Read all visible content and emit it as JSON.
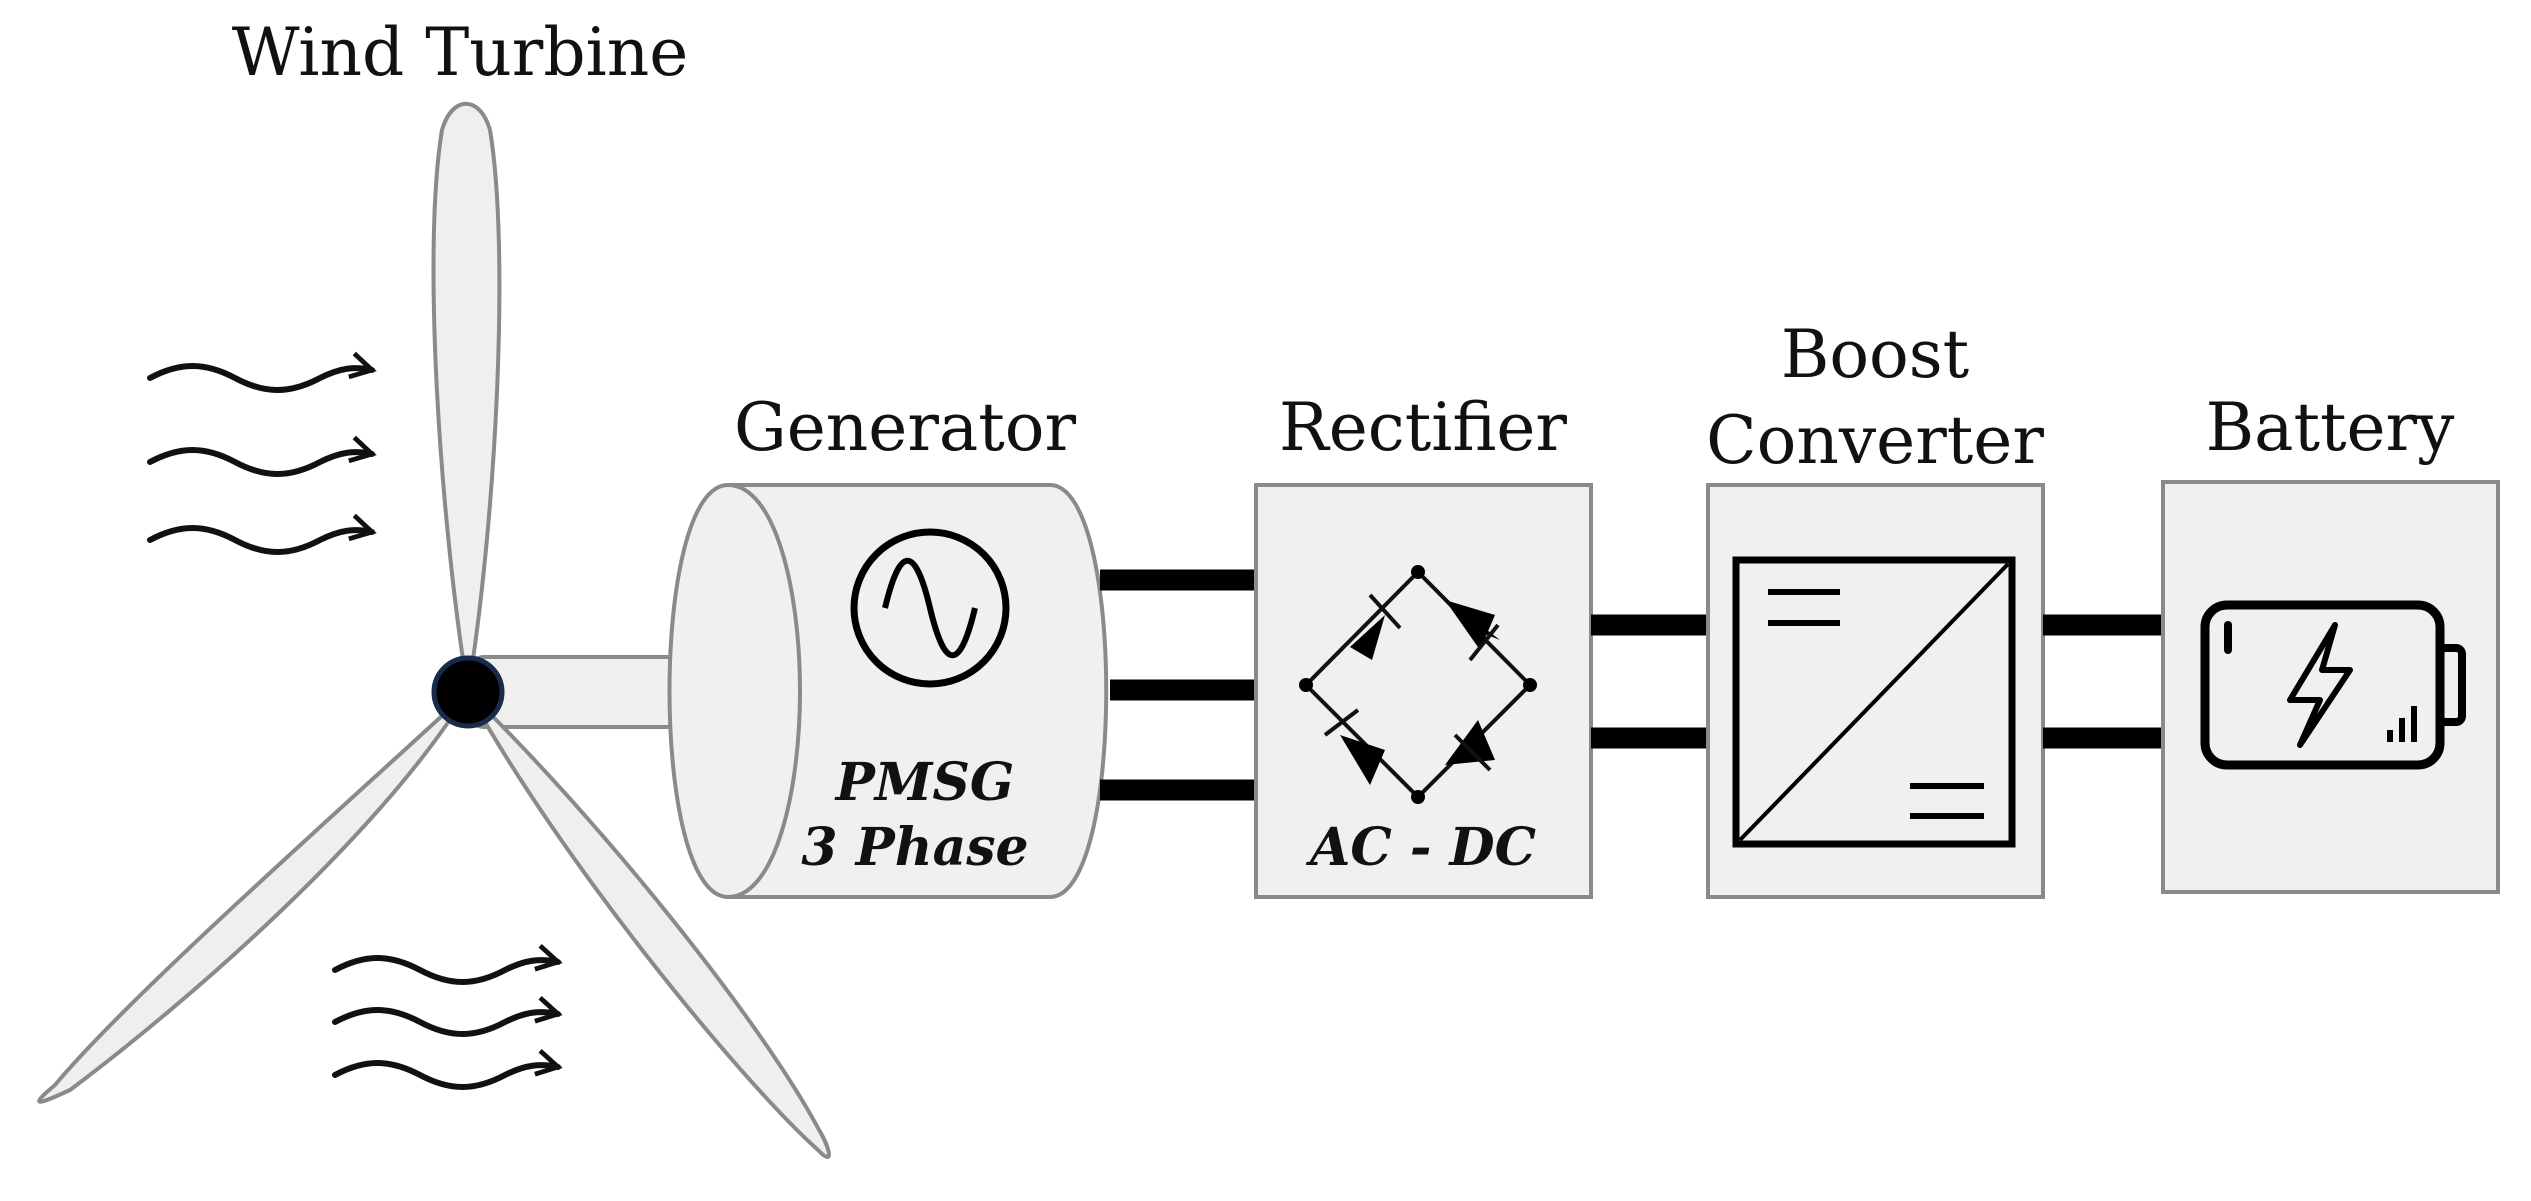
{
  "diagram": {
    "title_turbine": "Wind Turbine",
    "generator": {
      "label": "Generator",
      "line1": "PMSG",
      "line2": "3 Phase"
    },
    "rectifier": {
      "label": "Rectifier",
      "inner": "AC - DC"
    },
    "boost": {
      "label_line1": "Boost",
      "label_line2": "Converter"
    },
    "battery": {
      "label": "Battery"
    }
  },
  "colors": {
    "fill": "#f0f0f0",
    "stroke": "#8a8a8a",
    "wire": "#000000",
    "hub": "#000000",
    "hub_ring": "#1a2a4a"
  },
  "icons": [
    "wind-arrows-icon",
    "ac-sine-icon",
    "diode-bridge-icon",
    "dc-dc-converter-icon",
    "battery-charging-icon"
  ]
}
